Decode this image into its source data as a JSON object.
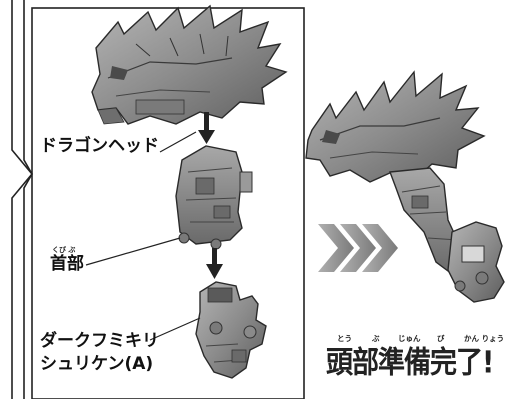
{
  "labels": {
    "dragon_head": "ドラゴンヘッド",
    "neck_ruby": "くび ぶ",
    "neck": "首部",
    "shuriken_line1": "ダークフミキリ",
    "shuriken_line2": "シュリケン(A)"
  },
  "completion": {
    "furigana_tou": "とう",
    "furigana_bu": "ぶ",
    "furigana_jun": "じゅん",
    "furigana_bi": "び",
    "furigana_kanryou": "かん りょう",
    "title": "頭部準備完了!"
  },
  "colors": {
    "part_gray": "#8a8a8a",
    "part_dark": "#5c5c5c",
    "part_light": "#bdbdbd",
    "outline": "#2a2a2a",
    "chevron": "#9a9a9a"
  },
  "icons": {
    "chevron_arrow": "triple-chevron-right-icon",
    "down_arrow": "down-arrow-icon"
  }
}
